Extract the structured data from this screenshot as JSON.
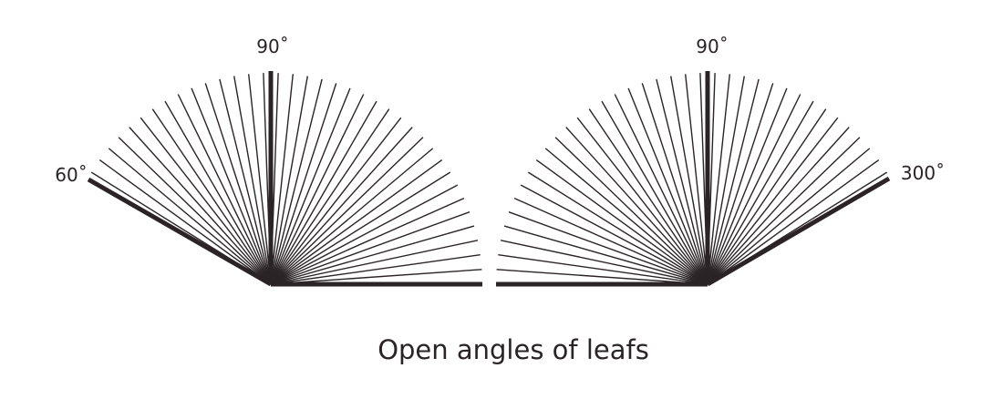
{
  "caption": "Open angles of leafs",
  "line_color": "#2b2426",
  "fans": [
    {
      "pivot_name": "left-fan",
      "top_label": "90˚",
      "side_label": "60˚"
    },
    {
      "pivot_name": "right-fan",
      "top_label": "90˚",
      "side_label": "300˚"
    }
  ]
}
